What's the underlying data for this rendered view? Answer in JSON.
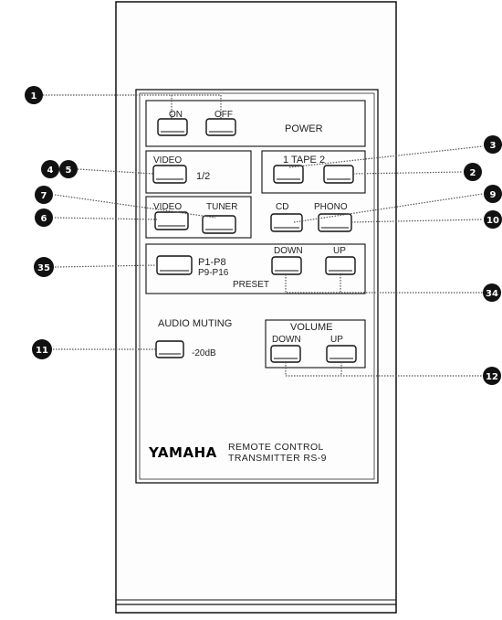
{
  "panel": {
    "power": {
      "on": "ON",
      "off": "OFF",
      "title": "POWER"
    },
    "video_box": {
      "label": "VIDEO",
      "value": "1/2"
    },
    "tape": {
      "label": "1  TAPE  2"
    },
    "sources": {
      "video": "VIDEO",
      "tuner": "TUNER",
      "cd": "CD",
      "phono": "PHONO"
    },
    "preset": {
      "range1": "P1-P8",
      "range2": "P9-P16",
      "down": "DOWN",
      "up": "UP",
      "title": "PRESET"
    },
    "muting": {
      "title": "AUDIO MUTING",
      "value": "-20dB"
    },
    "volume": {
      "title": "VOLUME",
      "down": "DOWN",
      "up": "UP"
    },
    "brand": "YAMAHA",
    "subtitle1": "REMOTE CONTROL",
    "subtitle2": "TRANSMITTER RS-9"
  },
  "callouts": [
    "1",
    "4",
    "5",
    "7",
    "6",
    "35",
    "11",
    "3",
    "2",
    "9",
    "10",
    "34",
    "12"
  ]
}
